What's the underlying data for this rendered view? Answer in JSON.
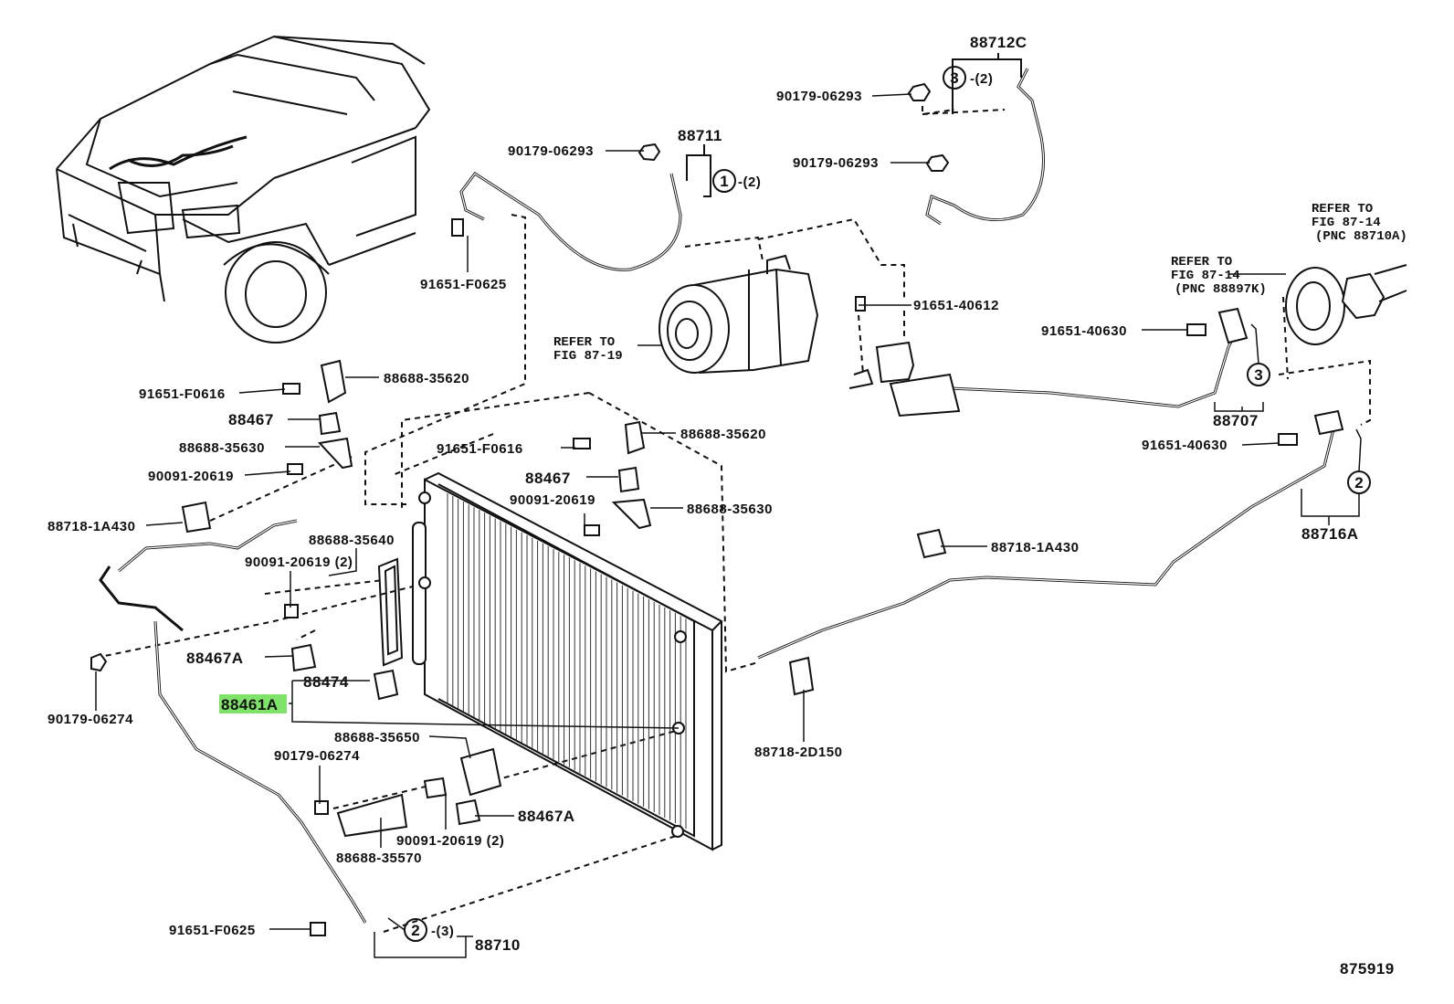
{
  "diagram_id": "875919",
  "highlight_color": "#7fe36a",
  "labels": {
    "p88712c": "88712C",
    "p90179_06293_a": "90179-06293",
    "p90179_06293_b": "90179-06293",
    "p90179_06293_c": "90179-06293",
    "p88711": "88711",
    "p91651_f0625_a": "91651-F0625",
    "p91651_40612": "91651-40612",
    "p91651_40630_a": "91651-40630",
    "p91651_40630_b": "91651-40630",
    "p91651_f0616_a": "91651-F0616",
    "p91651_f0616_b": "91651-F0616",
    "p88688_35620_a": "88688-35620",
    "p88688_35620_b": "88688-35620",
    "p88467_a": "88467",
    "p88467_b": "88467",
    "p88688_35630_a": "88688-35630",
    "p88688_35630_b": "88688-35630",
    "p90091_20619_a": "90091-20619",
    "p90091_20619_b": "90091-20619",
    "p90091_20619_c": "90091-20619 (2)",
    "p90091_20619_d": "90091-20619 (2)",
    "p88718_1a430_a": "88718-1A430",
    "p88718_1a430_b": "88718-1A430",
    "p88688_35640": "88688-35640",
    "p88467a_a": "88467A",
    "p88467a_b": "88467A",
    "p88474": "88474",
    "p88461a": "88461A",
    "p90179_06274_a": "90179-06274",
    "p90179_06274_b": "90179-06274",
    "p88688_35650": "88688-35650",
    "p88688_35570": "88688-35570",
    "p91651_f0625_b": "91651-F0625",
    "p88710": "88710",
    "p88707": "88707",
    "p88716a": "88716A",
    "p88718_2d150": "88718-2D150",
    "qty_1": "-(2)",
    "qty_3": "-(2)",
    "qty_2": "-(3)"
  },
  "callouts": {
    "c1": "1",
    "c3a": "3",
    "c3b": "3",
    "c2a": "2",
    "c2b": "2"
  },
  "references": {
    "compressor": [
      "REFER TO",
      "FIG 87-19"
    ],
    "clutch_a": [
      "REFER TO",
      "FIG 87-14",
      "(PNC 88710A)"
    ],
    "clutch_b": [
      "REFER TO",
      "FIG 87-14",
      "(PNC 88897K)"
    ]
  }
}
